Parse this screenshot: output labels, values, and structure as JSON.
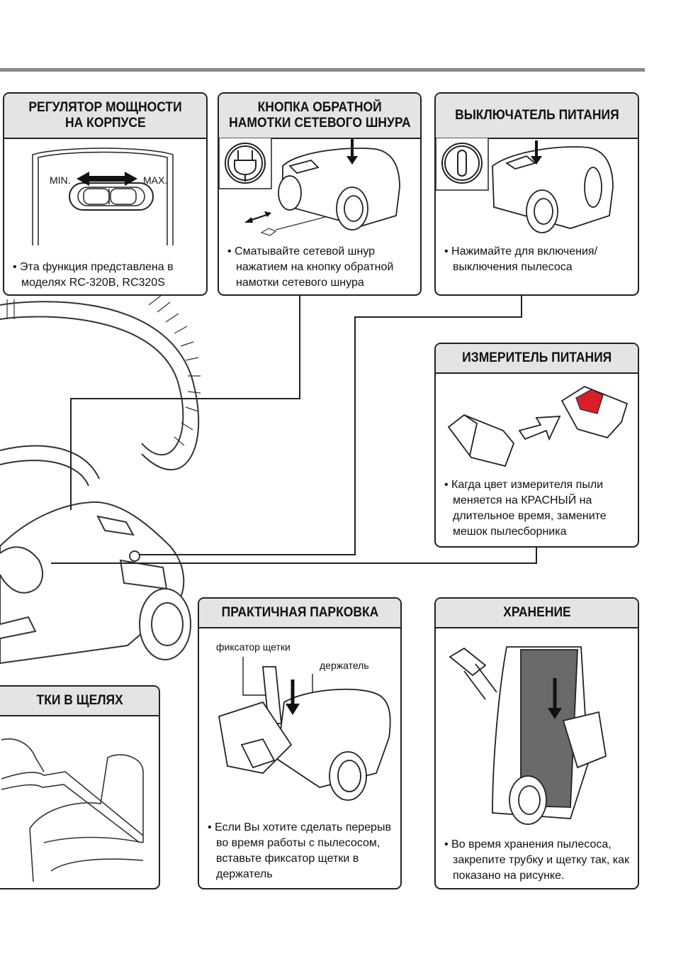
{
  "panels": {
    "power_regulator": {
      "title_line1": "РЕГУЛЯТОР МОЩНОСТИ",
      "title_line2": "НА КОРПУСЕ",
      "min_label": "MIN.",
      "max_label": "MAX.",
      "note": "• Эта функция представлена в моделях RC-320B, RC320S"
    },
    "cord_rewind": {
      "title_line1": "КНОПКА ОБРАТНОЙ",
      "title_line2": "НАМОТКИ СЕТЕВОГО ШНУРА",
      "note": "• Сматывайте сетевой шнур нажатием на кнопку обратной намотки сетевого шнура"
    },
    "power_switch": {
      "title": "ВЫКЛЮЧАТЕЛЬ ПИТАНИЯ",
      "note": "• Нажимайте для включения/выключения пылесоса"
    },
    "power_meter": {
      "title": "ИЗМЕРИТЕЛЬ ПИТАНИЯ",
      "note": "• Кагда цвет измерителя пыли меняется на КРАСНЫЙ на длительное время, замените мешок пылесборника",
      "indicator_color": "#d9202a"
    },
    "parking": {
      "title": "ПРАКТИЧНАЯ ПАРКОВКА",
      "label_latch": "фиксатор щетки",
      "label_holder": "держатель",
      "note": "• Если Вы хотите сделать перерыв во время работы с пылесосом, вставьте фиксатор щетки в держатель"
    },
    "storage": {
      "title": "ХРАНЕНИЕ",
      "note": "• Во время хранения пылесоса, закрепите трубку и щетку так, как показано на рисунке."
    },
    "crevice": {
      "title": "ТКИ В ЩЕЛЯХ"
    }
  }
}
